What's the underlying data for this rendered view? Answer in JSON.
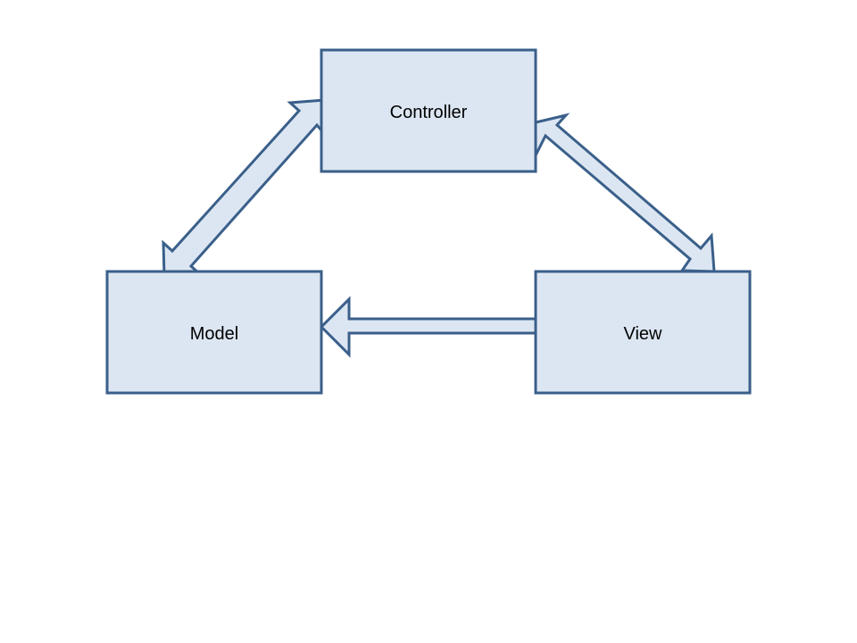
{
  "diagram": {
    "nodes": {
      "controller": {
        "label": "Controller"
      },
      "model": {
        "label": "Model"
      },
      "view": {
        "label": "View"
      }
    },
    "edges": [
      {
        "from": "Model",
        "to": "Controller",
        "direction": "bidirectional"
      },
      {
        "from": "Controller",
        "to": "View",
        "direction": "bidirectional"
      },
      {
        "from": "View",
        "to": "Model",
        "direction": "one-way"
      }
    ]
  },
  "colors": {
    "box_fill": "#dce6f2",
    "box_stroke": "#3a5f8a",
    "arrow_fill": "#dce6f2",
    "arrow_stroke": "#3a5f8a",
    "text": "#000000",
    "background": "#ffffff"
  }
}
